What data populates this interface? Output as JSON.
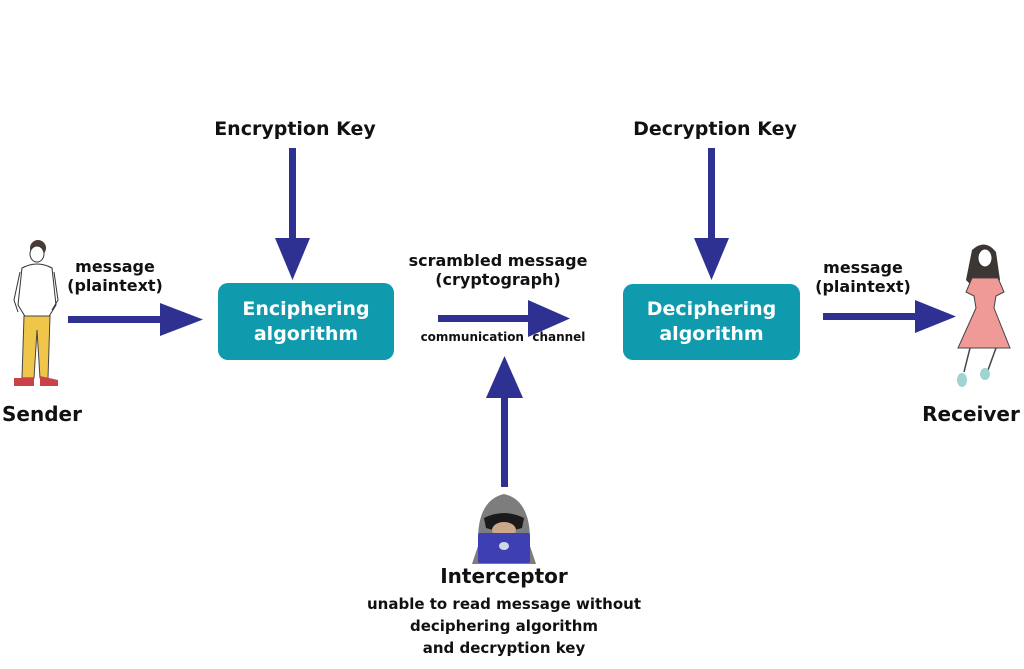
{
  "diagram": {
    "title": "Cryptography message flow",
    "colors": {
      "arrow": "#2e3192",
      "box_fill": "#0f9aad",
      "box_text": "#ffffff",
      "text": "#111111"
    },
    "sender": {
      "label": "Sender",
      "icon": "man-standing-icon"
    },
    "receiver": {
      "label": "Receiver",
      "icon": "girl-in-dress-icon"
    },
    "plaintext_left": {
      "line1": "message",
      "line2": "(plaintext)"
    },
    "plaintext_right": {
      "line1": "message",
      "line2": "(plaintext)"
    },
    "encryption_key": "Encryption Key",
    "decryption_key": "Decryption Key",
    "enciphering_box": {
      "line1": "Enciphering",
      "line2": "algorithm"
    },
    "deciphering_box": {
      "line1": "Deciphering",
      "line2": "algorithm"
    },
    "scrambled": {
      "line1": "scrambled message",
      "line2": "(cryptograph)"
    },
    "channel": "communication  channel",
    "interceptor": {
      "label": "Interceptor",
      "icon": "hooded-hacker-laptop-icon",
      "desc_line1": "unable to read message without",
      "desc_line2": "deciphering algorithm",
      "desc_line3": "and decryption key"
    }
  }
}
